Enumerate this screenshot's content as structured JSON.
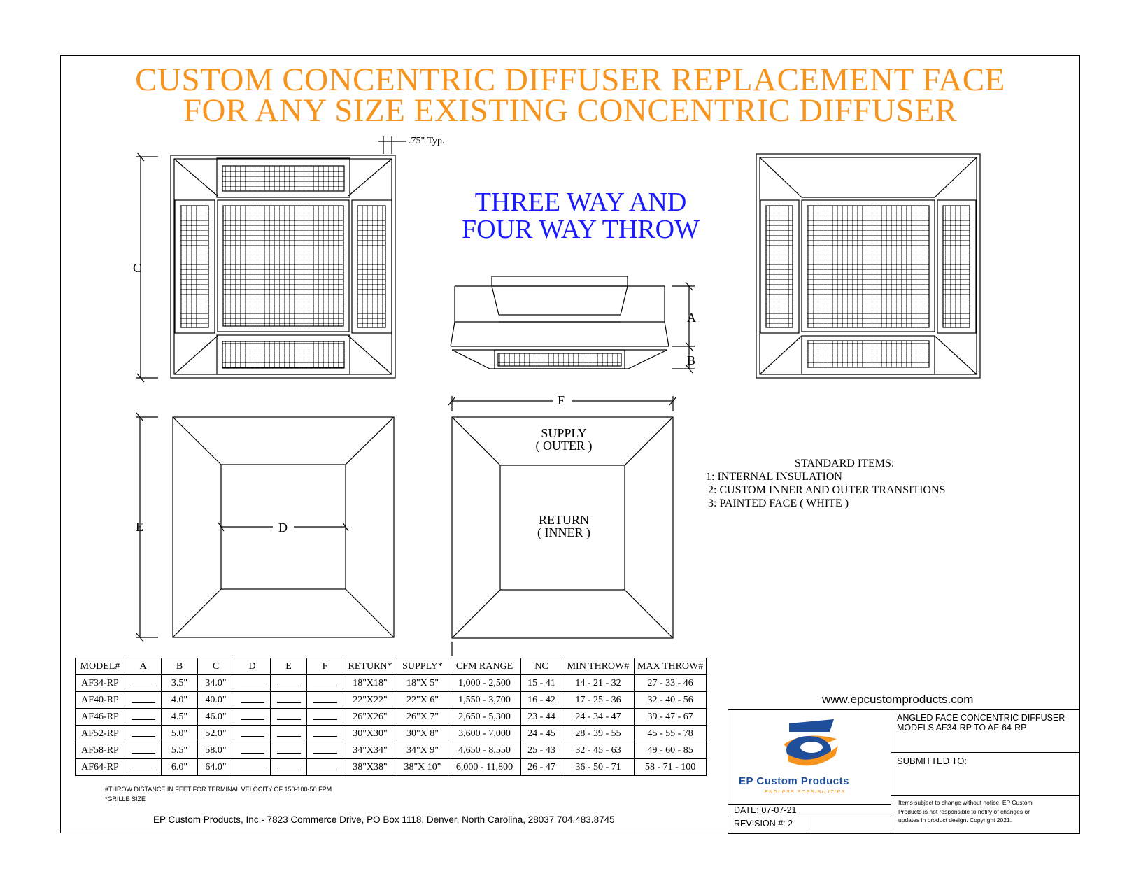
{
  "title": {
    "line1": "CUSTOM CONCENTRIC DIFFUSER REPLACEMENT FACE",
    "line2": "FOR ANY SIZE EXISTING CONCENTRIC DIFFUSER"
  },
  "throw_title": {
    "line1": "THREE WAY AND",
    "line2": "FOUR WAY THROW"
  },
  "dimension_labels": {
    "typ": ".75\" Typ.",
    "c": "C",
    "e": "E",
    "d": "D",
    "a": "A",
    "b": "B",
    "f": "F"
  },
  "plan_labels": {
    "supply": "SUPPLY",
    "supply_sub": "( OUTER )",
    "return": "RETURN",
    "return_sub": "( INNER )"
  },
  "standard_items": {
    "heading": "STANDARD ITEMS:",
    "items": [
      "1: INTERNAL INSULATION",
      "2: CUSTOM INNER AND OUTER TRANSITIONS",
      "3: PAINTED FACE ( WHITE )"
    ]
  },
  "table": {
    "headers": [
      "MODEL#",
      "A",
      "B",
      "C",
      "D",
      "E",
      "F",
      "RETURN*",
      "SUPPLY*",
      "CFM RANGE",
      "NC",
      "MIN THROW#",
      "MAX THROW#"
    ],
    "rows": [
      {
        "model": "AF34-RP",
        "b": "3.5\"",
        "c": "34.0\"",
        "ret": "18\"X18\"",
        "sup": "18\"X 5\"",
        "cfm": "1,000 - 2,500",
        "nc": "15 - 41",
        "min": "14 - 21 - 32",
        "max": "27 - 33 - 46"
      },
      {
        "model": "AF40-RP",
        "b": "4.0\"",
        "c": "40.0\"",
        "ret": "22\"X22\"",
        "sup": "22\"X 6\"",
        "cfm": "1,550 - 3,700",
        "nc": "16 - 42",
        "min": "17 - 25 - 36",
        "max": "32 - 40 - 56"
      },
      {
        "model": "AF46-RP",
        "b": "4.5\"",
        "c": "46.0\"",
        "ret": "26\"X26\"",
        "sup": "26\"X 7\"",
        "cfm": "2,650 - 5,300",
        "nc": "23 - 44",
        "min": "24 - 34 - 47",
        "max": "39 - 47 - 67"
      },
      {
        "model": "AF52-RP",
        "b": "5.0\"",
        "c": "52.0\"",
        "ret": "30\"X30\"",
        "sup": "30\"X 8\"",
        "cfm": "3,600 - 7,000",
        "nc": "24 - 45",
        "min": "28 - 39 - 55",
        "max": "45 - 55 - 78"
      },
      {
        "model": "AF58-RP",
        "b": "5.5\"",
        "c": "58.0\"",
        "ret": "34\"X34\"",
        "sup": "34\"X 9\"",
        "cfm": "4,650 - 8,550",
        "nc": "25 - 43",
        "min": "32 - 45 - 63",
        "max": "49 - 60 - 85"
      },
      {
        "model": "AF64-RP",
        "b": "6.0\"",
        "c": "64.0\"",
        "ret": "38\"X38\"",
        "sup": "38\"X 10\"",
        "cfm": "6,000 - 11,800",
        "nc": "26 - 47",
        "min": "36 - 50 - 71",
        "max": "58 - 71 - 100"
      }
    ]
  },
  "notes": {
    "throw": "#THROW DISTANCE IN FEET FOR TERMINAL VELOCITY OF 150-100-50 FPM",
    "grille": "*GRILLE SIZE"
  },
  "footer_address": "EP Custom Products, Inc.- 7823 Commerce Drive, PO Box 1118, Denver, North Carolina, 28037    704.483.8745",
  "website": "www.epcustomproducts.com",
  "title_block": {
    "description_line1": "ANGLED FACE CONCENTRIC DIFFUSER",
    "description_line2": "MODELS  AF34-RP TO AF-64-RP",
    "submitted_to": "SUBMITTED TO:",
    "date": "DATE: 07-07-21",
    "revision": "REVISION #:  2",
    "disclaimer_line1": "Items subject to change without notice. EP Custom",
    "disclaimer_line2": "Products is not responsible to notify of changes or",
    "disclaimer_line3": "updates in product design.          Copyright 2021.",
    "logo_name": "EP Custom Products",
    "logo_tagline": "ENDLESS POSSIBILITIES"
  },
  "colors": {
    "title": "#f7941d",
    "throw_title": "#1a1aff",
    "logo_blue": "#1f4e9a",
    "logo_orange": "#f7941d"
  }
}
